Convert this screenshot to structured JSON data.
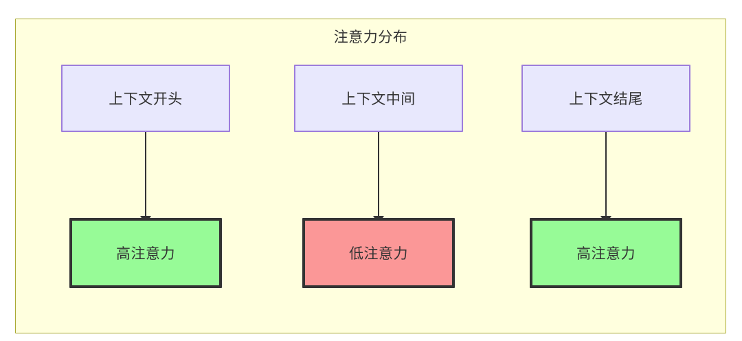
{
  "diagram": {
    "title": "注意力分布",
    "background_color": "#ffffde",
    "border_color": "#aaaa33",
    "context_nodes": [
      {
        "id": "ctx-start",
        "label": "上下文开头",
        "fill": "#e8e8fd",
        "stroke": "#9d7ddb"
      },
      {
        "id": "ctx-middle",
        "label": "上下文中间",
        "fill": "#e8e8fd",
        "stroke": "#9d7ddb"
      },
      {
        "id": "ctx-end",
        "label": "上下文结尾",
        "fill": "#e8e8fd",
        "stroke": "#9d7ddb"
      }
    ],
    "attention_nodes": [
      {
        "id": "att-start",
        "label": "高注意力",
        "fill": "#97fb97",
        "stroke": "#333333",
        "level": "high"
      },
      {
        "id": "att-middle",
        "label": "低注意力",
        "fill": "#fb9797",
        "stroke": "#333333",
        "level": "low"
      },
      {
        "id": "att-end",
        "label": "高注意力",
        "fill": "#97fb97",
        "stroke": "#333333",
        "level": "high"
      }
    ],
    "edges": [
      {
        "from": "上下文开头",
        "to": "高注意力"
      },
      {
        "from": "上下文中间",
        "to": "低注意力"
      },
      {
        "from": "上下文结尾",
        "to": "高注意力"
      }
    ]
  }
}
